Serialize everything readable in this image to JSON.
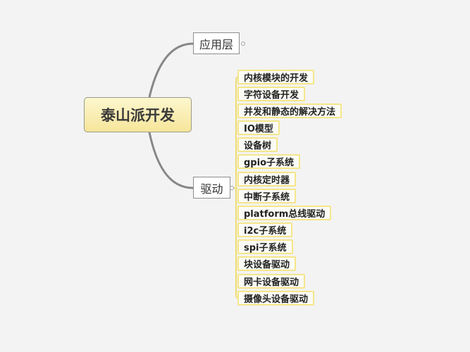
{
  "root": {
    "label": "泰山派开发"
  },
  "branches": [
    {
      "label": "应用层",
      "children": []
    },
    {
      "label": "驱动",
      "children": [
        "内核模块的开发",
        "字符设备开发",
        "并发和静态的解决方法",
        "IO模型",
        "设备树",
        "gpio子系统",
        "内核定时器",
        "中断子系统",
        "platform总线驱动",
        "i2c子系统",
        "spi子系统",
        "块设备驱动",
        "网卡设备驱动",
        "摄像头设备驱动"
      ]
    }
  ],
  "colors": {
    "background": "#f3f3f3",
    "root_fill": "#f6e59a",
    "leaf_border": "#f5e68a",
    "connector": "#8a8a8a"
  }
}
